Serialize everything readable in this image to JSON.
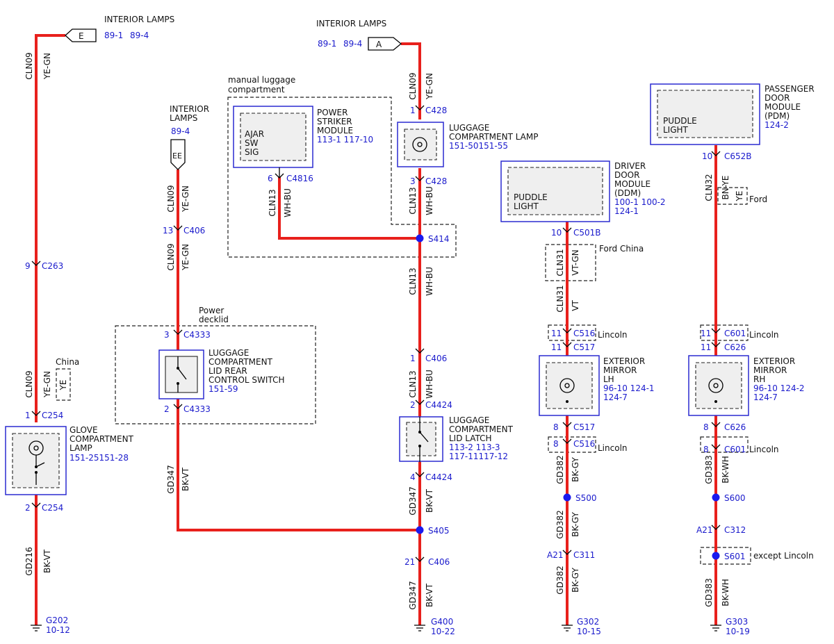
{
  "wires": {
    "w1": {
      "circuit": "CLN09",
      "color": "YE-GN"
    },
    "w1b": {
      "circuit": "CLN09",
      "color": "YE-GN"
    },
    "w2": {
      "circuit": "GD216",
      "color": "BK-VT"
    },
    "w3": {
      "circuit": "CLN09",
      "color": "YE-GN"
    },
    "w4": {
      "circuit": "CLN09",
      "color": "YE-GN"
    },
    "w5": {
      "circuit": "GD347",
      "color": "BK-VT"
    },
    "w6": {
      "circuit": "CLN13",
      "color": "WH-BU"
    },
    "w7": {
      "circuit": "CLN09",
      "color": "YE-GN"
    },
    "w8": {
      "circuit": "CLN13",
      "color": "WH-BU"
    },
    "w9": {
      "circuit": "CLN13",
      "color": "WH-BU"
    },
    "w10": {
      "circuit": "CLN13",
      "color": "WH-BU"
    },
    "w11": {
      "circuit": "GD347",
      "color": "BK-VT"
    },
    "w12": {
      "circuit": "GD347",
      "color": "BK-VT"
    },
    "w13": {
      "circuit": "CLN31",
      "color": "VT-GN"
    },
    "w14": {
      "circuit": "CLN31",
      "color": "VT"
    },
    "w15": {
      "circuit": "GD382",
      "color": "BK-GY"
    },
    "w16": {
      "circuit": "GD382",
      "color": "BK-GY"
    },
    "w17": {
      "circuit": "GD382",
      "color": "BK-GY"
    },
    "w18": {
      "circuit": "CLN32",
      "color": "BN-YE"
    },
    "w19": {
      "circuit": "GD383",
      "color": "BK-WH"
    },
    "w20": {
      "circuit": "GD383",
      "color": "BK-WH"
    }
  },
  "refs": {
    "e": {
      "title": "INTERIOR LAMPS",
      "letter": "E",
      "page1": "89-1",
      "page2": "89-4"
    },
    "a": {
      "title": "INTERIOR LAMPS",
      "letter": "A",
      "page1": "89-1",
      "page2": "89-4"
    },
    "ee": {
      "title1": "INTERIOR",
      "title2": "LAMPS",
      "letter": "EE",
      "page": "89-4"
    }
  },
  "connectors": {
    "c263": {
      "pin": "9",
      "name": "C263"
    },
    "c254a": {
      "pin": "1",
      "name": "C254"
    },
    "c254b": {
      "pin": "2",
      "name": "C254"
    },
    "c406a": {
      "pin": "13",
      "name": "C406"
    },
    "c4333a": {
      "pin": "3",
      "name": "C4333"
    },
    "c4333b": {
      "pin": "2",
      "name": "C4333"
    },
    "c4816": {
      "pin": "6",
      "name": "C4816"
    },
    "c428a": {
      "pin": "1",
      "name": "C428"
    },
    "c428b": {
      "pin": "3",
      "name": "C428"
    },
    "c406b": {
      "pin": "1",
      "name": "C406"
    },
    "c4424a": {
      "pin": "2",
      "name": "C4424"
    },
    "c4424b": {
      "pin": "4",
      "name": "C4424"
    },
    "c406c": {
      "pin": "21",
      "name": "C406"
    },
    "c501b": {
      "pin": "10",
      "name": "C501B"
    },
    "c516a": {
      "pin": "11",
      "name": "C516"
    },
    "c517a": {
      "pin": "11",
      "name": "C517"
    },
    "c517b": {
      "pin": "8",
      "name": "C517"
    },
    "c516b": {
      "pin": "8",
      "name": "C516"
    },
    "c311": {
      "pin": "A21",
      "name": "C311"
    },
    "c652b": {
      "pin": "10",
      "name": "C652B"
    },
    "c601a": {
      "pin": "11",
      "name": "C601"
    },
    "c626a": {
      "pin": "11",
      "name": "C626"
    },
    "c626b": {
      "pin": "8",
      "name": "C626"
    },
    "c601b": {
      "pin": "8",
      "name": "C601"
    },
    "c312": {
      "pin": "A21",
      "name": "C312"
    }
  },
  "splices": {
    "s414": "S414",
    "s405": "S405",
    "s500": "S500",
    "s600": "S600",
    "s601": "S601"
  },
  "grounds": {
    "g202": {
      "name": "G202",
      "page": "10-12"
    },
    "g400": {
      "name": "G400",
      "page": "10-22"
    },
    "g302": {
      "name": "G302",
      "page": "10-15"
    },
    "g303": {
      "name": "G303",
      "page": "10-19"
    }
  },
  "components": {
    "glove": {
      "l1": "GLOVE",
      "l2": "COMPARTMENT",
      "l3": "LAMP",
      "ref": "151-25151-28"
    },
    "switch": {
      "l1": "LUGGAGE",
      "l2": "COMPARTMENT",
      "l3": "LID REAR",
      "l4": "CONTROL SWITCH",
      "ref": "151-59"
    },
    "striker": {
      "l1": "POWER",
      "l2": "STRIKER",
      "l3": "MODULE",
      "ref": "113-1  117-10",
      "in1": "AJAR",
      "in2": "SW",
      "in3": "SIG"
    },
    "lamp": {
      "l1": "LUGGAGE",
      "l2": "COMPARTMENT LAMP",
      "ref": "151-50151-55"
    },
    "latch": {
      "l1": "LUGGAGE",
      "l2": "COMPARTMENT",
      "l3": "LID LATCH",
      "ref1": "113-2 113-3",
      "ref2": "117-11117-12"
    },
    "ddm": {
      "l1": "DRIVER",
      "l2": "DOOR",
      "l3": "MODULE",
      "l4": "(DDM)",
      "ref1": "100-1 100-2",
      "ref2": "124-1",
      "in1": "PUDDLE",
      "in2": "LIGHT"
    },
    "pdm": {
      "l1": "PASSENGER",
      "l2": "DOOR",
      "l3": "MODULE",
      "l4": "(PDM)",
      "ref": "124-2",
      "in1": "PUDDLE",
      "in2": "LIGHT"
    },
    "mlh": {
      "l1": "EXTERIOR",
      "l2": "MIRROR",
      "l3": "LH",
      "ref1": "96-10 124-1",
      "ref2": "124-7"
    },
    "mrh": {
      "l1": "EXTERIOR",
      "l2": "MIRROR",
      "l3": "RH",
      "ref1": "96-10 124-2",
      "ref2": "124-7"
    }
  },
  "notes": {
    "china": "China",
    "china_ye": "YE",
    "manual1": "manual luggage",
    "manual2": "compartment",
    "power1": "Power",
    "power2": "decklid",
    "fordchina": "Ford China",
    "ford": "Ford",
    "ford_ye": "YE",
    "lincoln1": "Lincoln",
    "lincoln2": "Lincoln",
    "lincoln3": "Lincoln",
    "lincoln4": "Lincoln",
    "exceptlincoln": "except Lincoln"
  }
}
